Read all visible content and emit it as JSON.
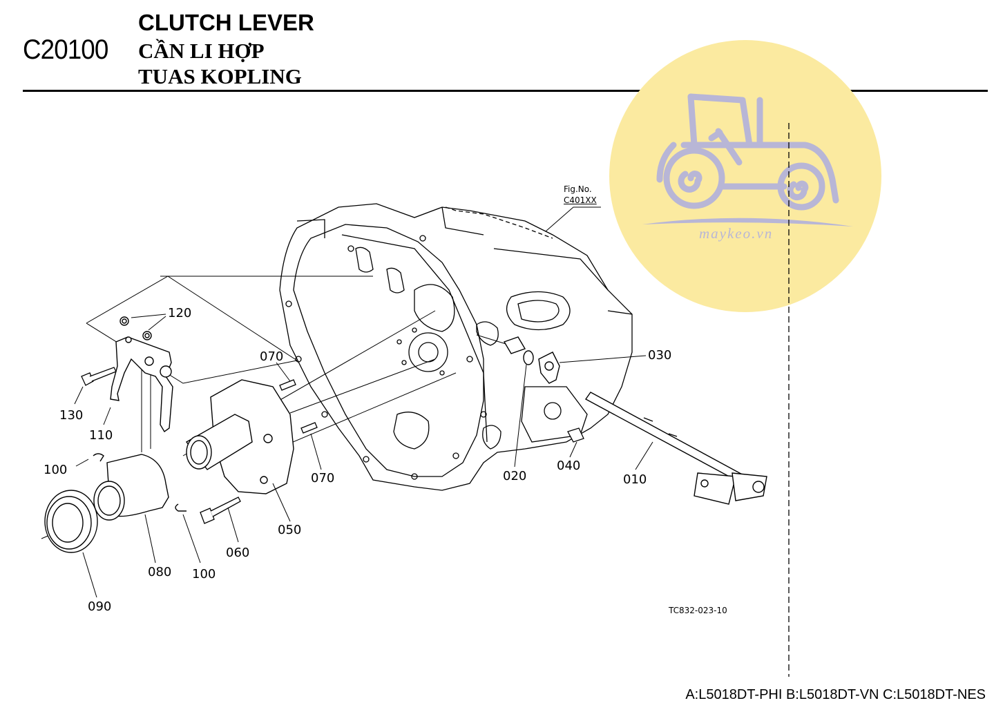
{
  "header": {
    "code": "C20100",
    "title_en": "CLUTCH LEVER",
    "title_vi": "CẦN LI HỢP",
    "title_id": "TUAS KOPLING"
  },
  "figure": {
    "fig_no_label": "Fig.No.",
    "fig_no_value": "C401XX",
    "drawing_id": "TC832-023-10"
  },
  "callouts": {
    "p010": "010",
    "p020": "020",
    "p030": "030",
    "p040": "040",
    "p050": "050",
    "p060": "060",
    "p070a": "070",
    "p070b": "070",
    "p080": "080",
    "p090": "090",
    "p100a": "100",
    "p100b": "100",
    "p110": "110",
    "p120": "120",
    "p130": "130"
  },
  "watermark": {
    "text": "maykeo.vn",
    "icon": "tractor-logo-icon",
    "circle_color": "#fbeaa0",
    "logo_color": "#b8b6d6"
  },
  "footer": {
    "models": "A:L5018DT-PHI B:L5018DT-VN C:L5018DT-NES"
  }
}
